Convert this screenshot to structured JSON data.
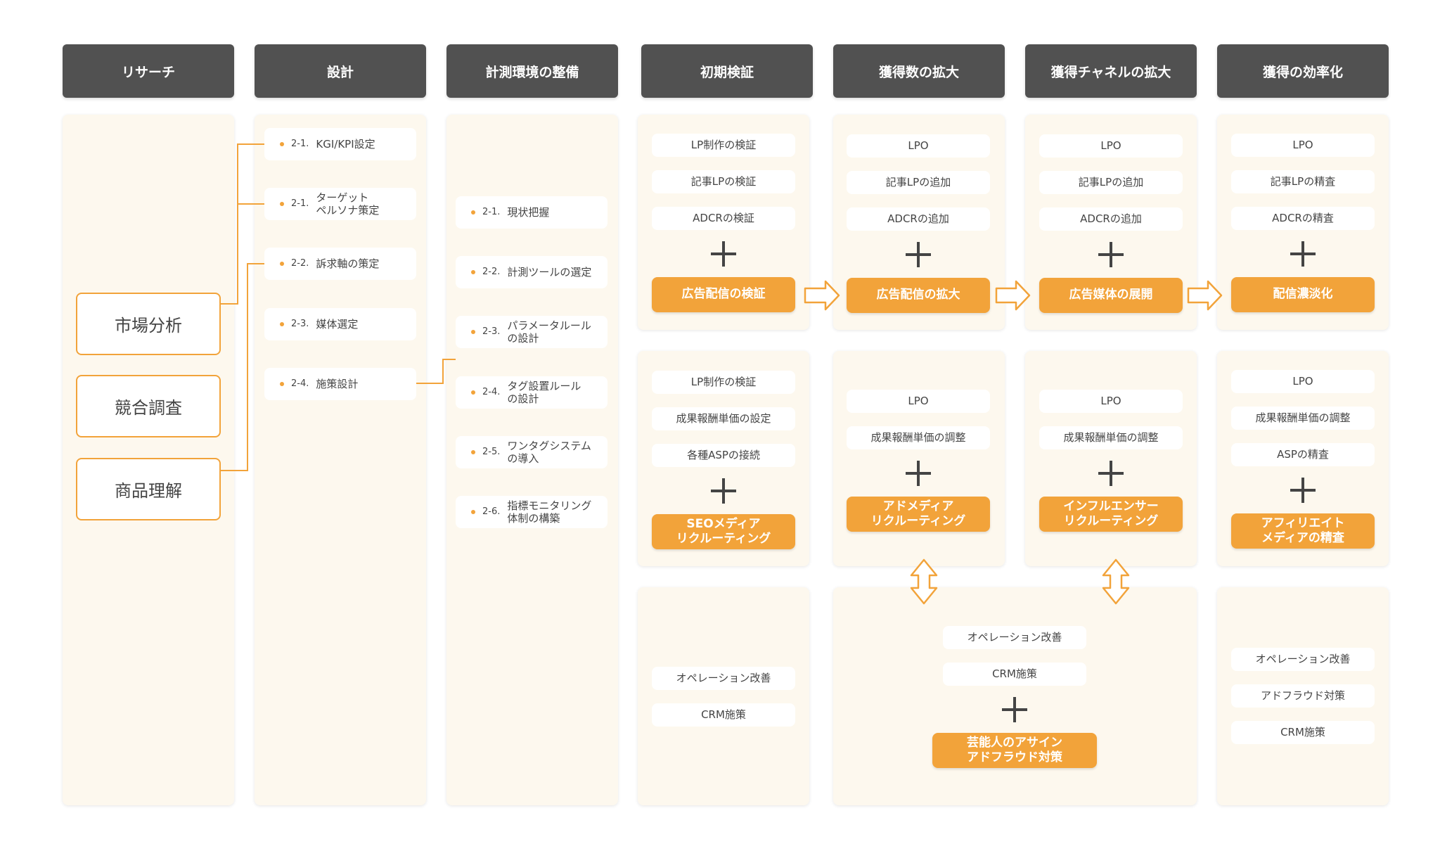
{
  "headers": [
    "リサーチ",
    "設計",
    "計測環境の整備",
    "初期検証",
    "獲得数の拡大",
    "獲得チャネルの拡大",
    "獲得の効率化"
  ],
  "research": [
    "市場分析",
    "競合調査",
    "商品理解"
  ],
  "design": [
    {
      "num": "2-1.",
      "text": "KGI/KPI設定"
    },
    {
      "num": "2-1.",
      "text": "ターゲット\nペルソナ策定"
    },
    {
      "num": "2-2.",
      "text": "訴求軸の策定"
    },
    {
      "num": "2-3.",
      "text": "媒体選定"
    },
    {
      "num": "2-4.",
      "text": "施策設計"
    }
  ],
  "measurement": [
    {
      "num": "2-1.",
      "text": "現状把握"
    },
    {
      "num": "2-2.",
      "text": "計測ツールの選定"
    },
    {
      "num": "2-3.",
      "text": "パラメータルール\nの設計"
    },
    {
      "num": "2-4.",
      "text": "タグ設置ルール\nの設計"
    },
    {
      "num": "2-5.",
      "text": "ワンタグシステム\nの導入"
    },
    {
      "num": "2-6.",
      "text": "指標モニタリング\n体制の構築"
    }
  ],
  "row1": [
    {
      "items": [
        "LP制作の検証",
        "記事LPの検証",
        "ADCRの検証"
      ],
      "result": "広告配信の検証"
    },
    {
      "items": [
        "LPO",
        "記事LPの追加",
        "ADCRの追加"
      ],
      "result": "広告配信の拡大"
    },
    {
      "items": [
        "LPO",
        "記事LPの追加",
        "ADCRの追加"
      ],
      "result": "広告媒体の展開"
    },
    {
      "items": [
        "LPO",
        "記事LPの精査",
        "ADCRの精査"
      ],
      "result": "配信濃淡化"
    }
  ],
  "row2": [
    {
      "items": [
        "LP制作の検証",
        "成果報酬単価の設定",
        "各種ASPの接続"
      ],
      "result": "SEOメディア\nリクルーティング"
    },
    {
      "items": [
        "LPO",
        "成果報酬単価の調整"
      ],
      "result": "アドメディア\nリクルーティング"
    },
    {
      "items": [
        "LPO",
        "成果報酬単価の調整"
      ],
      "result": "インフルエンサー\nリクルーティング"
    },
    {
      "items": [
        "LPO",
        "成果報酬単価の調整",
        "ASPの精査"
      ],
      "result": "アフィリエイト\nメディアの精査"
    }
  ],
  "row3": {
    "initial": [
      "オペレーション改善",
      "CRM施策"
    ],
    "merged": {
      "items": [
        "オペレーション改善",
        "CRM施策"
      ],
      "result": "芸能人のアサイン\nアドフラウド対策"
    },
    "efficiency": [
      "オペレーション改善",
      "アドフラウド対策",
      "CRM施策"
    ]
  },
  "colors": {
    "accent": "#f2a33a",
    "header": "#515151",
    "panel": "#fdf8ee"
  }
}
